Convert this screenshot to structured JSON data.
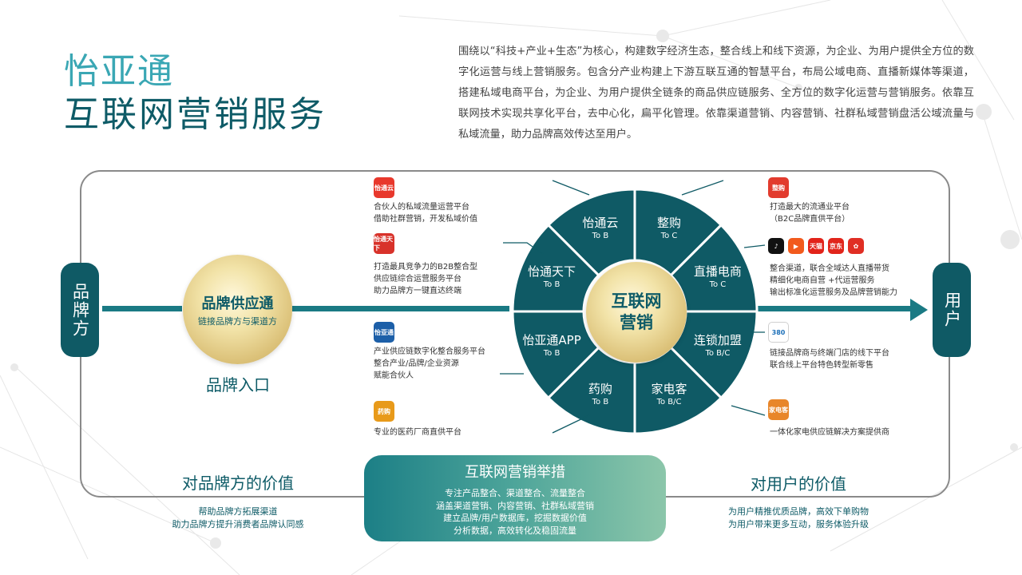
{
  "header": {
    "title_line1": "怡亚通",
    "title_line2": "互联网营销服务",
    "intro": "围绕以“科技+产业+生态”为核心，构建数字经济生态，整合线上和线下资源，为企业、为用户提供全方位的数字化运营与线上营销服务。包含分产业构建上下游互联互通的智慧平台，布局公域电商、直播新媒体等渠道，搭建私域电商平台，为企业、为用户提供全链条的商品供应链服务、全方位的数字化运营与营销服务。依靠互联网技术实现共享化平台，去中心化，扁平化管理。依靠渠道营销、内容营销、社群私域营销盘活公域流量与私域流量，助力品牌高效传达至用户。"
  },
  "flow": {
    "left_label": "品牌方",
    "right_label": "用户",
    "brand_circle_title": "品牌供应通",
    "brand_circle_sub": "链接品牌方与渠道方",
    "brand_entry": "品牌入口"
  },
  "wheel": {
    "center_line1": "互联网",
    "center_line2": "营销",
    "segments": [
      {
        "name": "怡通云",
        "sub": "To B"
      },
      {
        "name": "整购",
        "sub": "To C"
      },
      {
        "name": "直播电商",
        "sub": "To C"
      },
      {
        "name": "连锁加盟",
        "sub": "To B/C"
      },
      {
        "name": "家电客",
        "sub": "To B/C"
      },
      {
        "name": "药购",
        "sub": "To B"
      },
      {
        "name": "怡亚通APP",
        "sub": "To B"
      },
      {
        "name": "怡通天下",
        "sub": "To B"
      }
    ]
  },
  "left_items": [
    {
      "logo": "怡通云",
      "logo_color": "#e8382c",
      "lines": [
        "合伙人的私域流量运营平台",
        "借助社群营销，开发私域价值"
      ]
    },
    {
      "logo": "怡通天下",
      "logo_color": "#d8322a",
      "lines": [
        "打造最具竞争力的B2B整合型",
        "供应链综合运营服务平台",
        "助力品牌方一键直达终端"
      ]
    },
    {
      "logo": "怡亚通",
      "logo_color": "#1c5fa8",
      "lines": [
        "产业供应链数字化整合服务平台",
        "整合产业/品牌/企业资源",
        "赋能合伙人"
      ]
    },
    {
      "logo": "药购",
      "logo_color": "#e89a1a",
      "lines": [
        "专业的医药厂商直供平台"
      ]
    }
  ],
  "right_items": [
    {
      "logo": "整购",
      "logo_color": "#e23b2e",
      "lines": [
        "打造最大的流通业平台",
        "（B2C品牌直供平台）"
      ]
    },
    {
      "logo": "",
      "logo_color": "#111111",
      "lines": [
        "整合渠道，联合全域达人直播带货",
        "精细化电商自营 +代运营服务",
        "输出标准化运营服务及品牌营销能力"
      ]
    },
    {
      "logo": "380",
      "logo_color": "#1c6fb8",
      "lines": [
        "链接品牌商与终端门店的线下平台",
        "联合线上平台特色转型新零售"
      ]
    },
    {
      "logo": "家电客",
      "logo_color": "#e8862a",
      "lines": [
        "一体化家电供应链解决方案提供商"
      ]
    }
  ],
  "right_item2_logos": [
    {
      "icon": "douyin-icon",
      "color": "#111111"
    },
    {
      "icon": "kuaishou-icon",
      "color": "#f25a1d"
    },
    {
      "icon": "tmall-icon",
      "color": "#e2231a"
    },
    {
      "icon": "jd-icon",
      "color": "#e1251b"
    },
    {
      "icon": "pinduoduo-icon",
      "color": "#e02e24"
    }
  ],
  "values_left": {
    "title": "对品牌方的价值",
    "lines": [
      "帮助品牌方拓展渠道",
      "助力品牌方提升消费者品牌认同感"
    ]
  },
  "values_right": {
    "title": "对用户的价值",
    "lines": [
      "为用户精推优质品牌，高效下单购物",
      "为用户带来更多互动，服务体验升级"
    ]
  },
  "measures": {
    "title": "互联网营销举措",
    "lines": [
      "专注产品整合、渠道整合、流量整合",
      "涵盖渠道营销、内容营销、社群私域营销",
      "建立品牌/用户数据库，挖掘数据价值",
      "分析数据，高效转化及稳固流量"
    ]
  },
  "colors": {
    "primary": "#0f5a65",
    "accent": "#3aa7b4",
    "gold": "#dcc27a"
  }
}
